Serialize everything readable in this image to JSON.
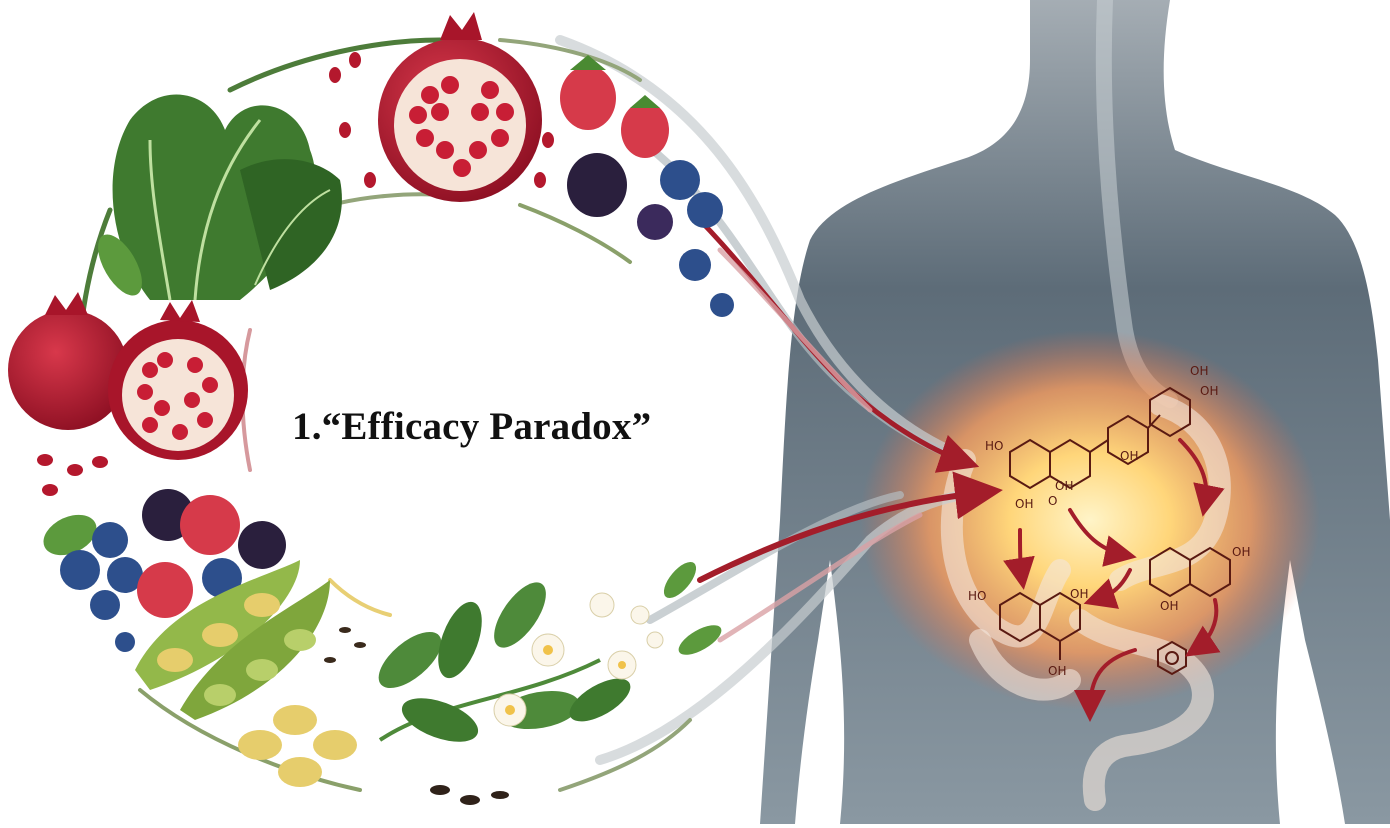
{
  "diagram": {
    "title": "1.“Efficacy Paradox”",
    "food_sources": [
      {
        "name": "kale-leaves",
        "color": "#3f7a2f"
      },
      {
        "name": "pomegranate",
        "color": "#a8152a"
      },
      {
        "name": "raspberry",
        "color": "#d63a4a"
      },
      {
        "name": "blackberry",
        "color": "#2a1f3d"
      },
      {
        "name": "blueberry",
        "color": "#2d4f8c"
      },
      {
        "name": "soybean-pod",
        "color": "#93b84a"
      },
      {
        "name": "soybean",
        "color": "#e6cd6c"
      },
      {
        "name": "tea-leaves-and-flowers",
        "color": "#4e8a3a"
      }
    ],
    "metabolites": {
      "flavonol": [
        "HO",
        "OH",
        "OH",
        "OH",
        "OH",
        "O",
        "OH"
      ],
      "flavan": [
        "OH",
        "OH"
      ],
      "catechin_like": [
        "HO",
        "OH",
        "OH"
      ]
    },
    "colors": {
      "arrow": "#a31d2a",
      "body": "#5f6f7b",
      "gut_glow": "#ffcf6a"
    }
  }
}
